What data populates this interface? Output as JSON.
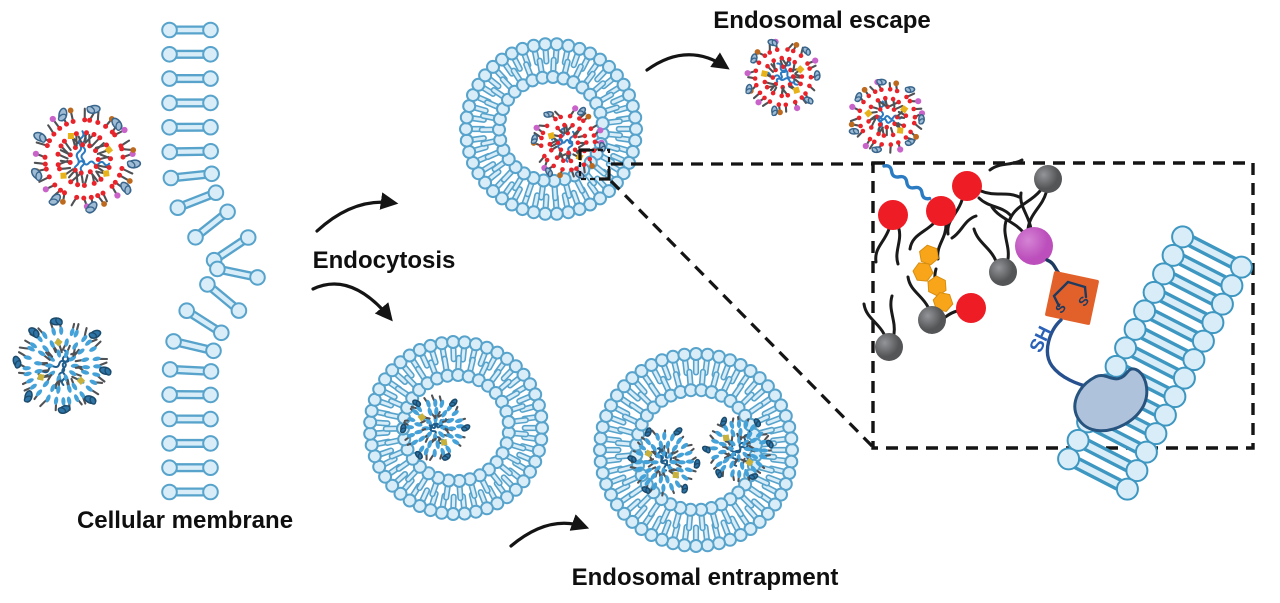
{
  "figure": {
    "type": "mechanism-diagram",
    "labels": {
      "endosomal_escape": "Endosomal escape",
      "endocytosis": "Endocytosis",
      "cellular_membrane": "Cellular membrane",
      "endosomal_entrapment": "Endosomal entrapment"
    },
    "inset": {
      "thiol_label": "SH",
      "disulfide_s_left": "S",
      "disulfide_s_right": "S"
    },
    "colors": {
      "background": "#FFFFFF",
      "text": "#0F0F0F",
      "arrow": "#141414",
      "membrane_fill": "#D8EDF8",
      "membrane_stroke": "#57A3CB",
      "inset_membrane_stroke": "#3E97C1",
      "lnp_red_head": "#E8232A",
      "lnp_blue_head": "#45A2D8",
      "lipid_tail": "#4F5154",
      "rna_strand_blue": "#2B7BC2",
      "rna_strand_dark": "#1F5E8C",
      "protein_red_lnp_fill": "#9FBCD4",
      "protein_red_lnp_stroke": "#38658C",
      "protein_blue_lnp_fill": "#2F74A6",
      "protein_blue_lnp_stroke": "#1B4A6B",
      "deco_magenta": "#C963C9",
      "deco_orange": "#BD6A1F",
      "deco_yellow": "#E8B21A",
      "deco_yellow_olive": "#C8B23C",
      "inset_red": "#EE1C25",
      "inset_gray_light": "#939598",
      "inset_gray_dark": "#545557",
      "inset_magenta": "#C963C9",
      "inset_orange_square": "#E2612B",
      "inset_hex_yellow": "#F9A51A",
      "inset_hex_stroke": "#D88E10",
      "inset_tail_black": "#1A1A1A",
      "ring_navy": "#1E3A5F",
      "thiol_text": "#2B62B8",
      "thiol_curve": "#27508F",
      "protein_fill": "#AFC2DC",
      "protein_stroke": "#27537F"
    }
  }
}
